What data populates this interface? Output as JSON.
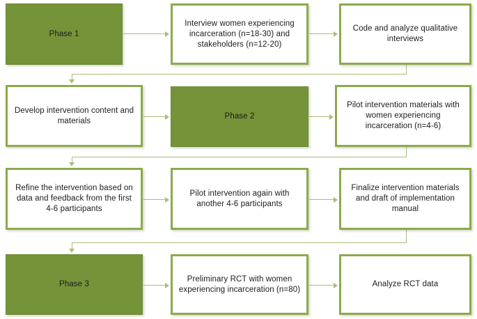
{
  "diagram": {
    "title": "Study phases flowchart",
    "colors": {
      "phase_fill": "#759338",
      "box_border": "#8BAB4A",
      "connector": "#A9BE76",
      "box_fill": "#FFFFFF",
      "text": "#1B1B1B"
    },
    "rows": [
      {
        "id": "row-1",
        "nodes": [
          {
            "id": "phase-1",
            "kind": "phase",
            "label": "Phase 1"
          },
          {
            "id": "interview-women",
            "kind": "step",
            "label": "Interview  women experiencing incarceration (n=18-30) and stakeholders (n=12-20)"
          },
          {
            "id": "code-analyze",
            "kind": "step",
            "label": "Code and analyze qualitative interviews"
          }
        ]
      },
      {
        "id": "row-2",
        "nodes": [
          {
            "id": "develop-content",
            "kind": "step",
            "label": "Develop intervention content and materials"
          },
          {
            "id": "phase-2",
            "kind": "phase",
            "label": "Phase 2"
          },
          {
            "id": "pilot-materials",
            "kind": "step",
            "label": "Pilot intervention materials with women experiencing incarceration (n=4-6)"
          }
        ]
      },
      {
        "id": "row-3",
        "nodes": [
          {
            "id": "refine-intervention",
            "kind": "step",
            "label": "Refine the intervention based on data and feedback from the first 4-6 participants"
          },
          {
            "id": "pilot-again",
            "kind": "step",
            "label": "Pilot intervention again with another 4-6 participants"
          },
          {
            "id": "finalize-materials",
            "kind": "step",
            "label": "Finalize intervention materials and draft of implementation manual"
          }
        ]
      },
      {
        "id": "row-4",
        "nodes": [
          {
            "id": "phase-3",
            "kind": "phase",
            "label": "Phase 3"
          },
          {
            "id": "preliminary-rct",
            "kind": "step",
            "label": "Preliminary RCT with women experiencing incarceration (n=80)"
          },
          {
            "id": "analyze-rct",
            "kind": "step",
            "label": "Analyze RCT data"
          }
        ]
      }
    ]
  }
}
